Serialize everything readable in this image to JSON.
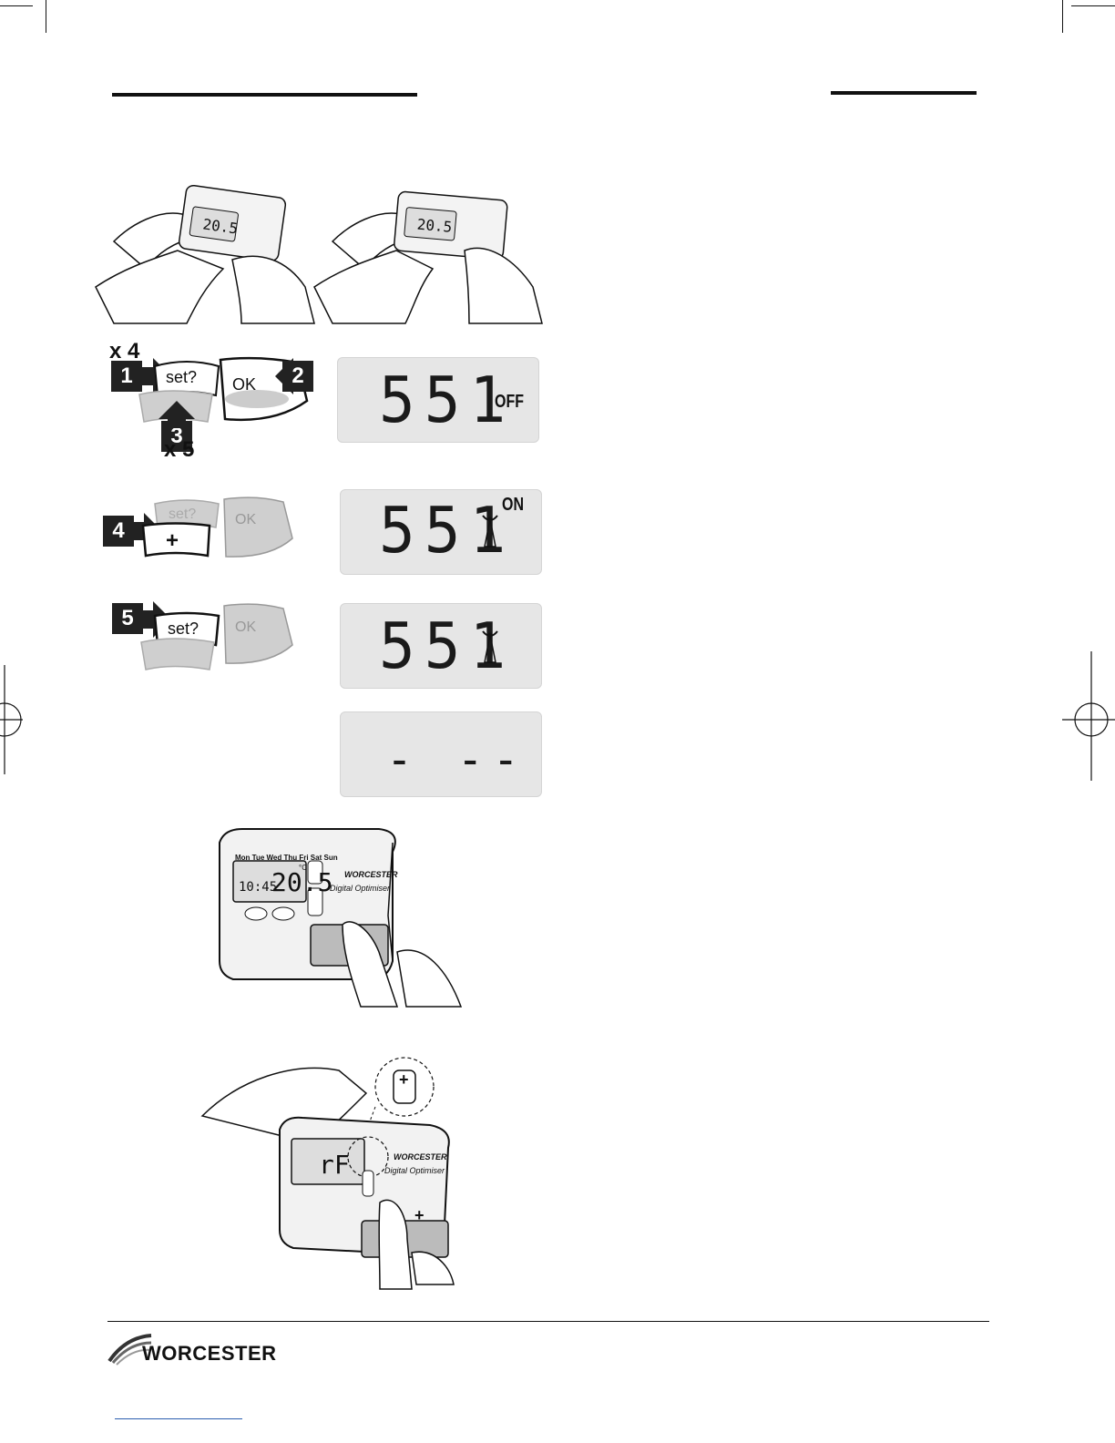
{
  "device": {
    "brand": "WORCESTER",
    "model": "Digital Optimiser",
    "days": "Mon Tue Wed Thu Fri Sat Sun",
    "time_display": "10:45",
    "temp_display": "20.5",
    "temp_unit": "°C",
    "rf_display": "rF"
  },
  "steps": {
    "s1": "1",
    "s2": "2",
    "s3": "3",
    "s4": "4",
    "s5": "5",
    "x4": "x 4",
    "x5": "x 5"
  },
  "buttons": {
    "set": "set?",
    "ok": "OK",
    "plus": "+",
    "minus": "–"
  },
  "lcd_panels": [
    {
      "code": "551",
      "state": "OFF",
      "antenna": false
    },
    {
      "code": "551",
      "state": "ON",
      "antenna": true
    },
    {
      "code": "551",
      "state": "",
      "antenna": true
    },
    {
      "code": "- --",
      "state": "",
      "antenna": false
    }
  ],
  "footer": {
    "logo_text": "WORCESTER"
  }
}
